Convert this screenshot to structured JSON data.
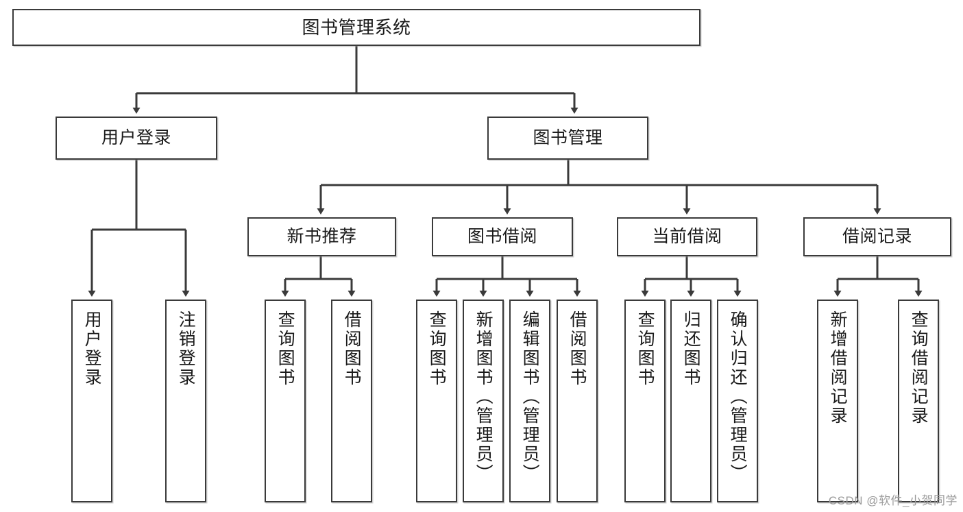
{
  "diagram": {
    "title": "图书管理系统",
    "watermark": "CSDN @软件_小贺同学",
    "line_color": "#3a3a3a",
    "box_border_color": "#3a3a3a",
    "box_fill_color": "#ffffff",
    "text_color": "#1a1a1a",
    "watermark_color": "#9b9b9b"
  },
  "nodes": {
    "root": {
      "label": "图书管理系统"
    },
    "level1": [
      {
        "label": "用户登录"
      },
      {
        "label": "图书管理"
      }
    ],
    "level2": [
      {
        "label": "新书推荐"
      },
      {
        "label": "图书借阅"
      },
      {
        "label": "当前借阅"
      },
      {
        "label": "借阅记录"
      }
    ],
    "leaves": {
      "user_login": [
        {
          "label": "用户登录"
        },
        {
          "label": "注销登录"
        }
      ],
      "new_book_recommend": [
        {
          "label": "查询图书"
        },
        {
          "label": "借阅图书"
        }
      ],
      "book_borrow": [
        {
          "label": "查询图书"
        },
        {
          "label": "新增图书（管理员）"
        },
        {
          "label": "编辑图书（管理员）"
        },
        {
          "label": "借阅图书"
        }
      ],
      "current_borrow": [
        {
          "label": "查询图书"
        },
        {
          "label": "归还图书"
        },
        {
          "label": "确认归还（管理员）"
        }
      ],
      "borrow_record": [
        {
          "label": "新增借阅记录"
        },
        {
          "label": "查询借阅记录"
        }
      ]
    }
  }
}
